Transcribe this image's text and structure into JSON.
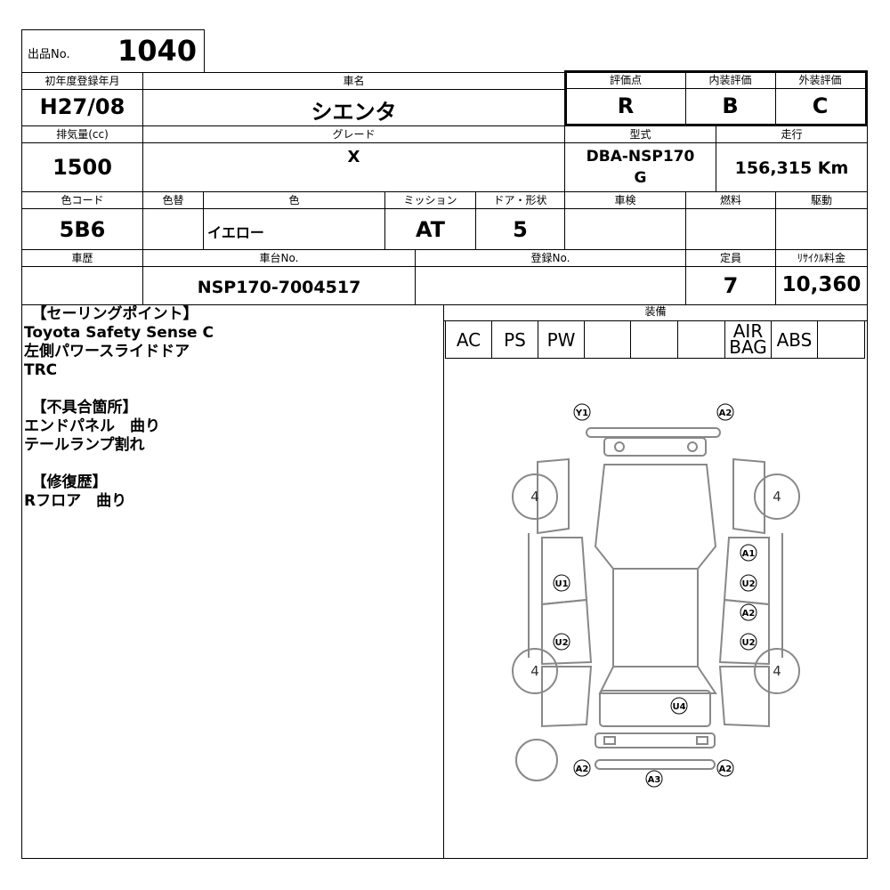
{
  "lot": {
    "label": "出品No.",
    "number": "1040"
  },
  "row1": {
    "first_reg": {
      "label": "初年度登録年月",
      "value": "H27/08"
    },
    "car_name": {
      "label": "車名",
      "value": "シエンタ"
    },
    "score": {
      "label": "評価点",
      "value": "R"
    },
    "interior": {
      "label": "内装評価",
      "value": "B"
    },
    "exterior": {
      "label": "外装評価",
      "value": "C"
    }
  },
  "row2": {
    "displacement": {
      "label": "排気量(cc)",
      "value": "1500"
    },
    "grade": {
      "label": "グレード",
      "value": "X"
    },
    "model": {
      "label": "型式",
      "value": "DBA-NSP170",
      "value2": "G"
    },
    "mileage": {
      "label": "走行",
      "value": "156,315 Km"
    }
  },
  "row3": {
    "color_code": {
      "label": "色コード",
      "value": "5B6"
    },
    "color_change": {
      "label": "色替",
      "value": ""
    },
    "color": {
      "label": "色",
      "value": "イエロー"
    },
    "transmission": {
      "label": "ミッション",
      "value": "AT"
    },
    "doors": {
      "label": "ドア・形状",
      "value": "5"
    },
    "inspection": {
      "label": "車検",
      "value": ""
    },
    "fuel": {
      "label": "燃料",
      "value": ""
    },
    "drive": {
      "label": "駆動",
      "value": ""
    }
  },
  "row4": {
    "history": {
      "label": "車歴",
      "value": ""
    },
    "chassis": {
      "label": "車台No.",
      "value": "NSP170-7004517"
    },
    "reg_no": {
      "label": "登録No.",
      "value": ""
    },
    "capacity": {
      "label": "定員",
      "value": "7"
    },
    "recycle": {
      "label": "ﾘｻｲｸﾙ料金",
      "value": "10,360"
    }
  },
  "notes": "　【セーリングポイント】\nToyota Safety Sense C\n左側パワースライドドア\nTRC\n\n　【不具合箇所】\nエンドパネル　曲り\nテールランプ割れ\n\n　【修復歴】\nRフロア　曲り",
  "equipment": {
    "label": "装備",
    "items": [
      "AC",
      "PS",
      "PW",
      "",
      "",
      "",
      "AIR\nBAG",
      "ABS",
      ""
    ]
  },
  "diagram": {
    "tires": [
      "4",
      "4",
      "4",
      "4"
    ],
    "marks": [
      "Y1",
      "A2",
      "A1",
      "U2",
      "A2",
      "U2",
      "U1",
      "U2",
      "U4",
      "A2",
      "A3",
      "A2"
    ]
  }
}
